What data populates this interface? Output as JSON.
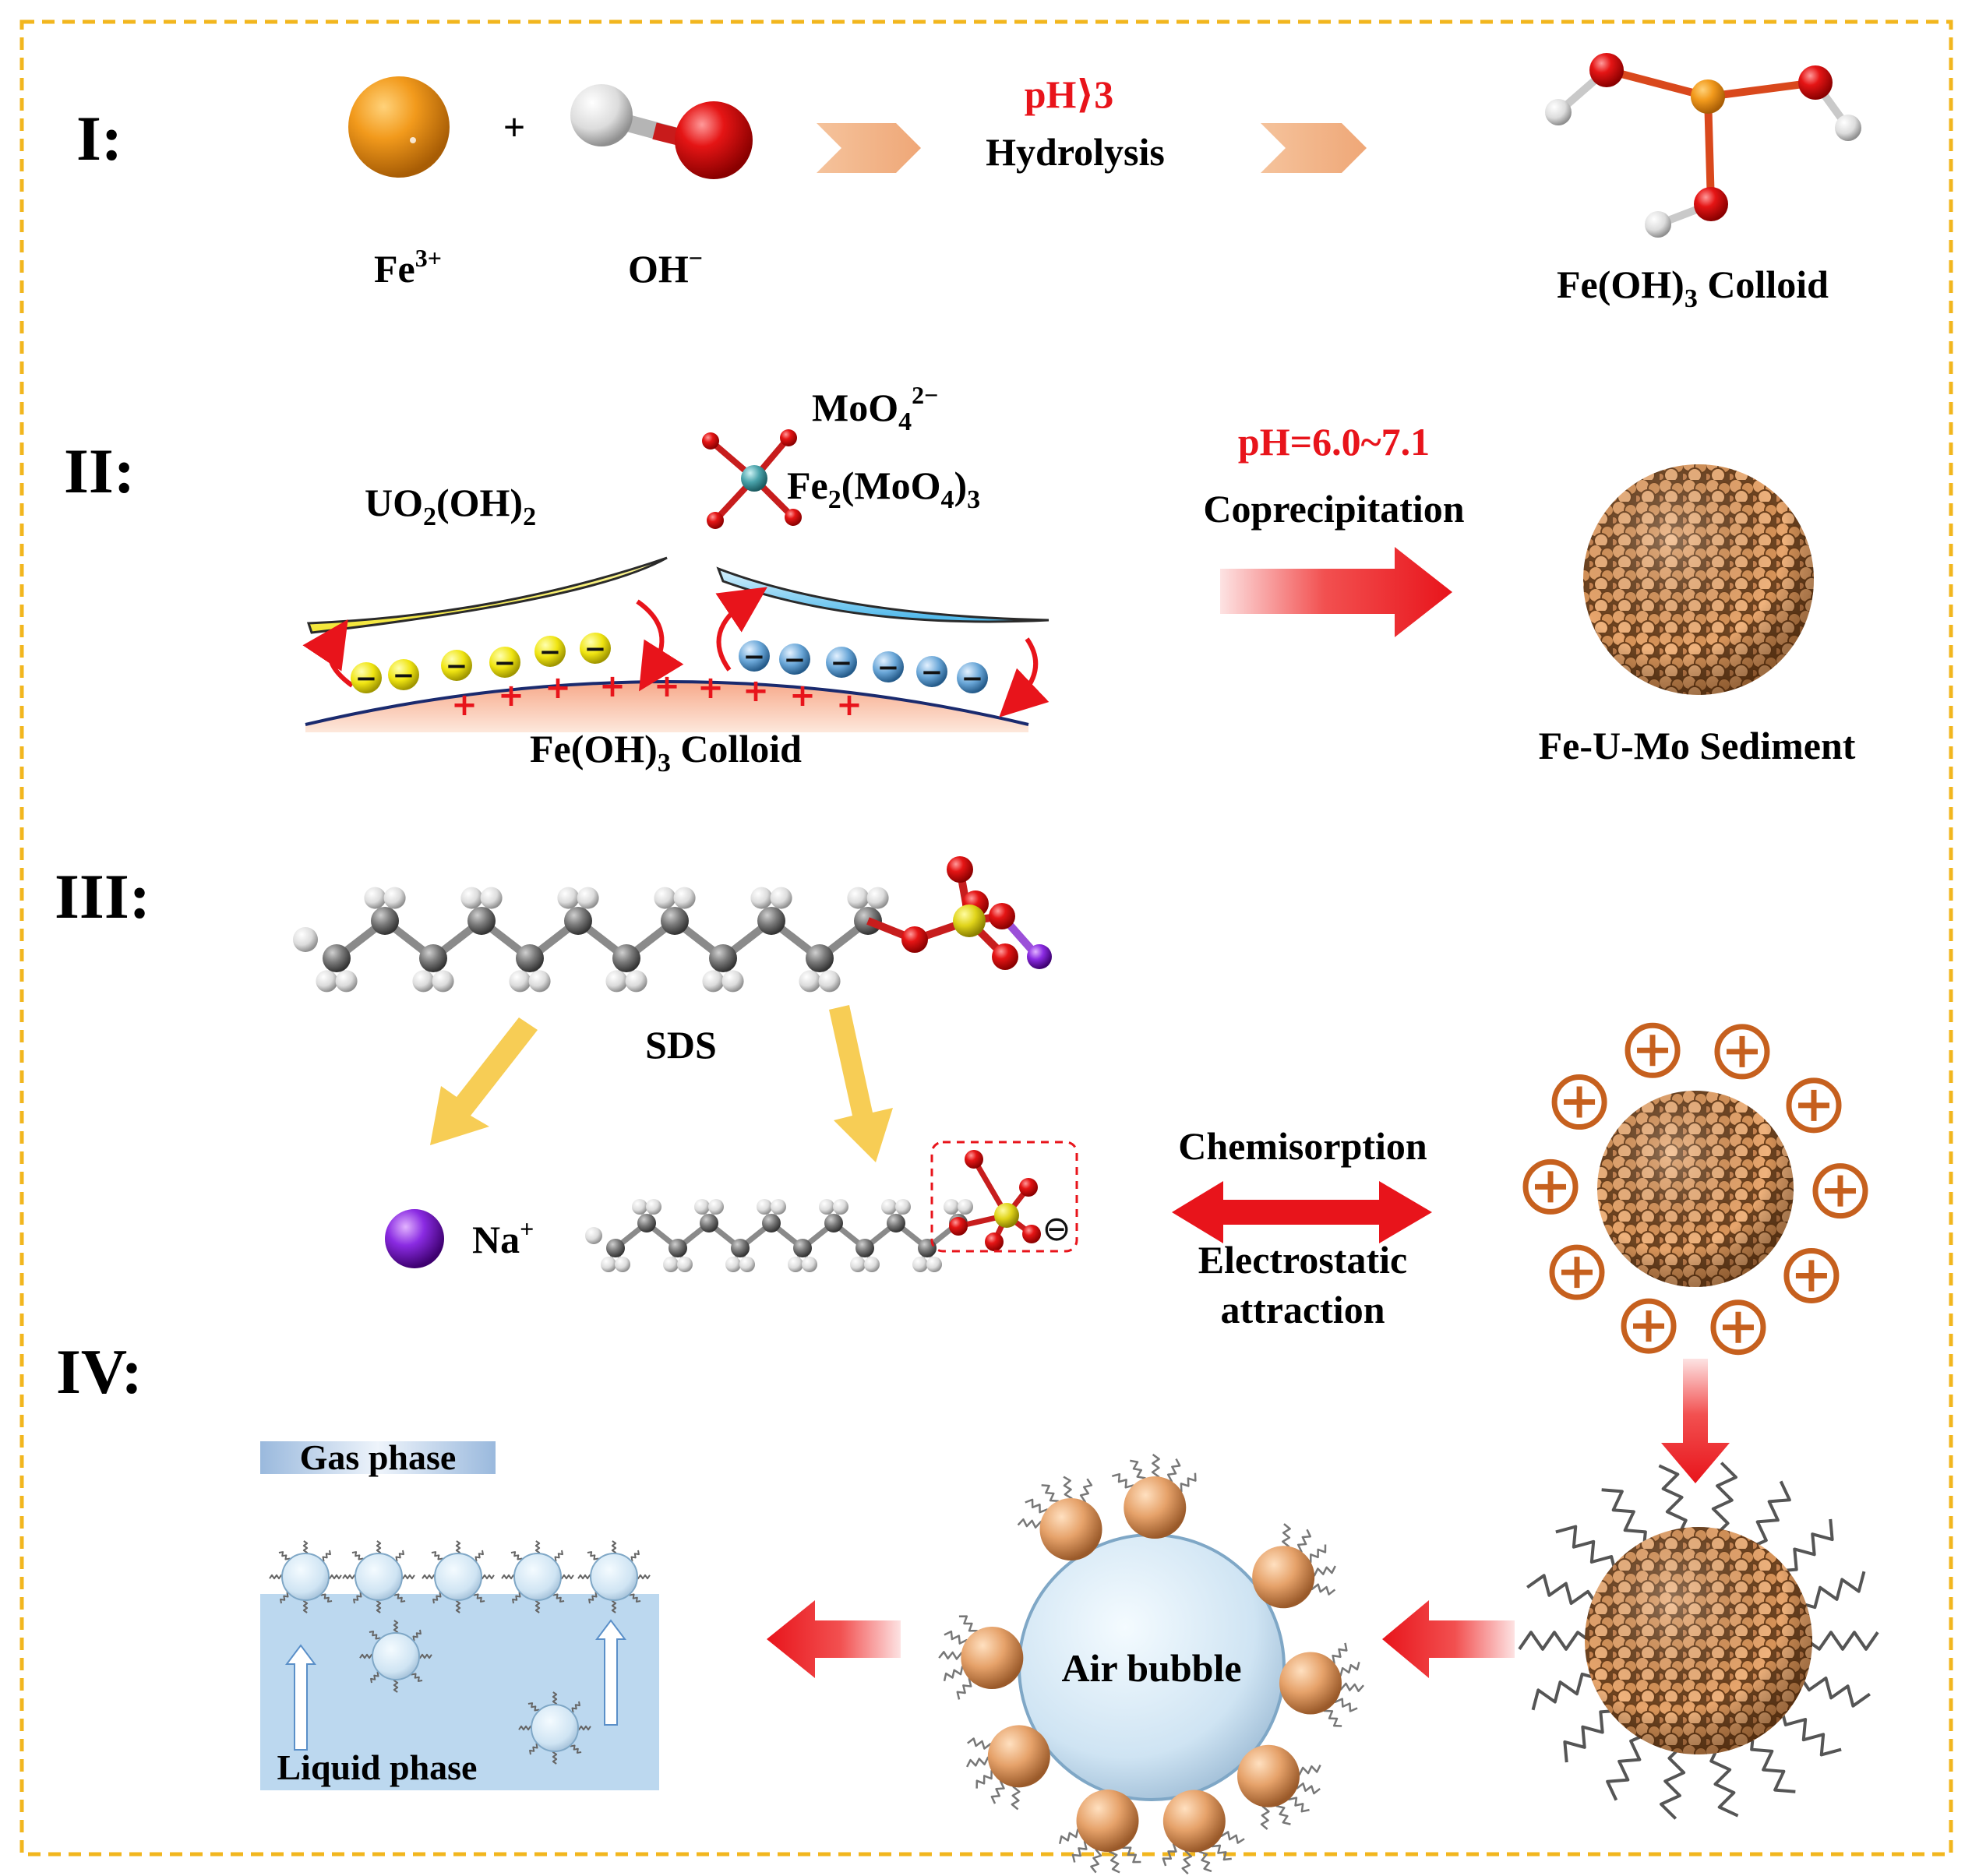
{
  "sections": {
    "I": "I:",
    "II": "II:",
    "III": "III:",
    "IV": "IV:"
  },
  "panel_I": {
    "fe_base": "Fe",
    "fe_sup": "3+",
    "plus": "+",
    "oh_base": "OH",
    "oh_sup": "−",
    "condition": "pH⟩3",
    "process": "Hydrolysis",
    "product_a": "Fe(OH)",
    "product_sub": "3",
    "product_b": " Colloid"
  },
  "panel_II": {
    "moo4_base": "MoO",
    "moo4_sub": "4",
    "moo4_sup": "2−",
    "uo2_a": "UO",
    "uo2_sub": "2",
    "uo2_b": "(OH)",
    "uo2_sub2": "2",
    "femoo_a": "Fe",
    "femoo_sub": "2",
    "femoo_b": "(MoO",
    "femoo_sub2": "4",
    "femoo_c": ")",
    "femoo_sub3": "3",
    "condition": "pH=6.0~7.1",
    "process": "Coprecipitation",
    "colloid_a": "Fe(OH)",
    "colloid_sub": "3",
    "colloid_b": " Colloid",
    "minus_sign": "−",
    "plus_sign": "+",
    "sediment": "Fe-U-Mo Sediment"
  },
  "panel_III": {
    "sds": "SDS",
    "na_base": "Na",
    "na_sup": "+",
    "anion_sign": "⊖",
    "chemisorption": "Chemisorption",
    "electrostatic_1": "Electrostatic",
    "electrostatic_2": "attraction",
    "positive_sign": "⊕"
  },
  "panel_IV": {
    "gas_phase": "Gas phase",
    "liquid_phase": "Liquid phase",
    "air_bubble": "Air bubble"
  },
  "colors": {
    "frame": "#f2b61e",
    "red": "#e8141b",
    "particle": "#e6a26a",
    "yellow_ion": "#f0e512",
    "blue_ion": "#6aa7d8",
    "liquid": "#bcd8ef"
  },
  "icons": [
    "fe-ion-sphere",
    "hydroxide-molecule",
    "chevron-arrow",
    "fe-oh3-molecule",
    "moo4-tetrahedron",
    "sediment-sphere",
    "sds-molecule",
    "sodium-ion-sphere",
    "double-arrow",
    "surfactant-coated-particle",
    "air-bubble"
  ]
}
